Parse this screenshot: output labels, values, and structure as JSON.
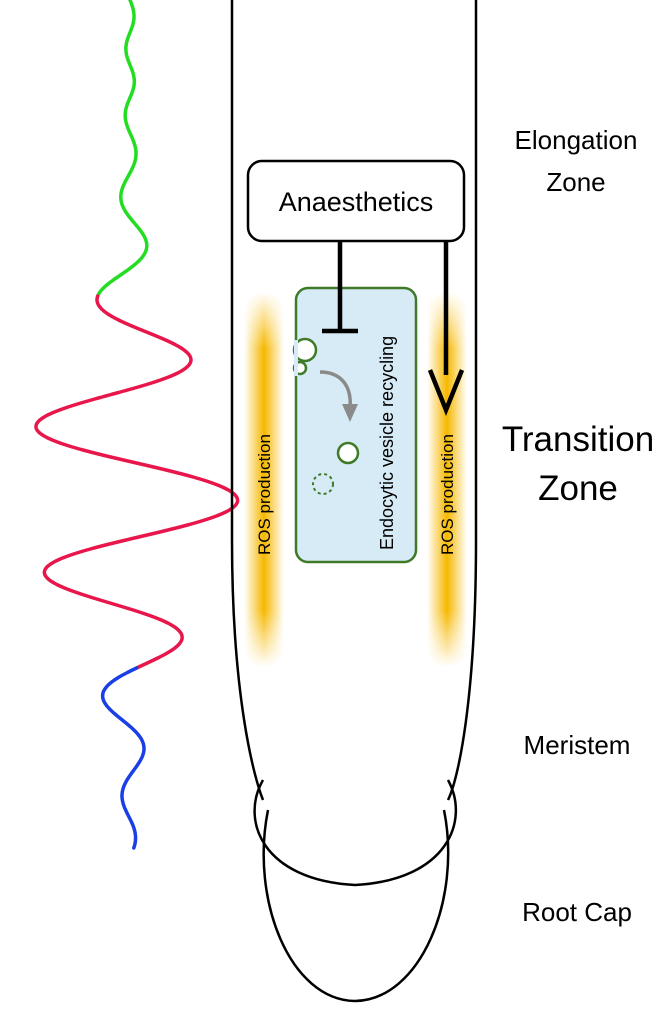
{
  "colors": {
    "wave_top": "#22dd22",
    "wave_mid": "#e8164a",
    "wave_bottom": "#1a3fe6",
    "ros_glow": "#f6b800",
    "vesicle_box_fill": "#d7ebf6",
    "vesicle_box_stroke": "#3e7a28",
    "vesicle_arrow": "#8a8a8a",
    "outline": "#000000"
  },
  "zones": {
    "elongation_line1": "Elongation",
    "elongation_line2": "Zone",
    "transition_line1": "Transition",
    "transition_line2": "Zone",
    "meristem": "Meristem",
    "root_cap": "Root Cap"
  },
  "anaesthetics_label": "Anaesthetics",
  "vesicle_label": "Endocytic vesicle recycling",
  "ros_left_label": "ROS production",
  "ros_right_label": "ROS production",
  "icons": [
    "inhibition-arrow",
    "activation-arrow",
    "curved-arrow",
    "vesicle-circle"
  ]
}
